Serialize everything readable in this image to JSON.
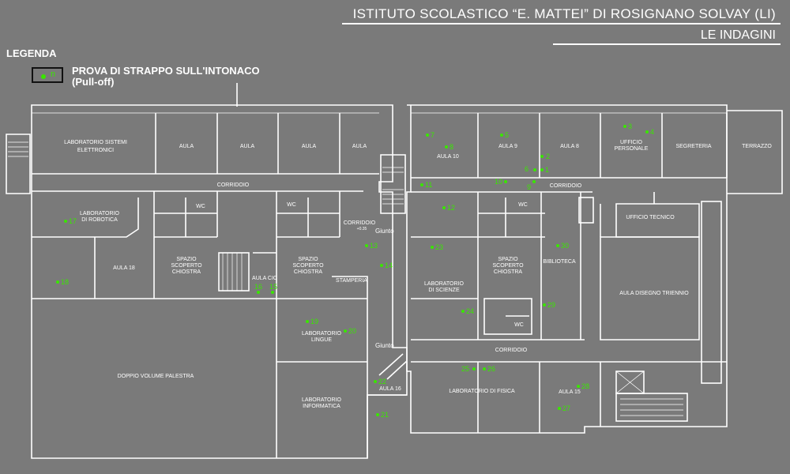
{
  "header": {
    "title": "ISTITUTO SCOLASTICO “E. MATTEI” DI ROSIGNANO SOLVAY (LI)",
    "subtitle": "LE INDAGINI"
  },
  "legend": {
    "title": "LEGENDA",
    "symbol_label": "n",
    "item_line1": "PROVA DI STRAPPO SULL'INTONACO",
    "item_line2": "(Pull-off)"
  },
  "colors": {
    "background": "#7a7a7a",
    "walls": "#ffffff",
    "test_point": "#39e600"
  },
  "rooms": {
    "lab_sistemi_1": "LABORATORIO SISTEMI",
    "lab_sistemi_2": "ELETTRONICI",
    "aula_a": "AULA",
    "aula_b": "AULA",
    "aula_c": "AULA",
    "aula_d": "AULA",
    "aula_10": "AULA 10",
    "aula_9": "AULA 9",
    "aula_8": "AULA 8",
    "ufficio_pers_1": "UFFICIO",
    "ufficio_pers_2": "PERSONALE",
    "segreteria": "SEGRETERIA",
    "terrazzo": "TERRAZZO",
    "corridoio_top_left": "CORRIDOIO",
    "corridoio_top_right": "CORRIDOIO",
    "lab_robotica_1": "LABORATORIO",
    "lab_robotica_2": "DI ROBOTICA",
    "wc_1": "WC",
    "wc_2": "WC",
    "wc_3": "WC",
    "wc_4": "WC",
    "corridoio_mid": "CORRIDOIO",
    "corridoio_mid_note": "+0.35",
    "giunto_1": "Giunto",
    "giunto_2": "Giunto",
    "ufficio_tecnico": "UFFICIO TECNICO",
    "aula_18": "AULA 18",
    "chiostra_1_a": "SPAZIO",
    "chiostra_1_b": "SCOPERTO",
    "chiostra_1_c": "CHIOSTRA",
    "chiostra_2_a": "SPAZIO",
    "chiostra_2_b": "SCOPERTO",
    "chiostra_2_c": "CHIOSTRA",
    "chiostra_3_a": "SPAZIO",
    "chiostra_3_b": "SCOPERTO",
    "chiostra_3_c": "CHIOSTRA",
    "aula_cic": "AULA CIC",
    "stamperia": "STAMPERIA",
    "biblioteca": "BIBLIOTECA",
    "lab_scienze_1": "LABORATORIO",
    "lab_scienze_2": "DI SCIENZE",
    "aula_disegno": "AULA DISEGNO TRIENNIO",
    "lab_lingue_1": "LABORATORIO",
    "lab_lingue_2": "LINGUE",
    "corridoio_low": "CORRIDOIO",
    "palestra": "DOPPIO VOLUME PALESTRA",
    "aula_16": "AULA 16",
    "lab_fisica": "LABORATORIO DI FISICA",
    "aula_15": "AULA 15",
    "lab_info_1": "LABORATORIO",
    "lab_info_2": "INFORMATICA"
  },
  "test_points": [
    "1",
    "2",
    "3",
    "4",
    "5",
    "6",
    "7",
    "8",
    "9",
    "10",
    "11",
    "12",
    "13",
    "14",
    "15",
    "16",
    "17",
    "18",
    "19",
    "20",
    "21",
    "22",
    "23",
    "24",
    "25",
    "26",
    "27",
    "28",
    "29",
    "30"
  ]
}
